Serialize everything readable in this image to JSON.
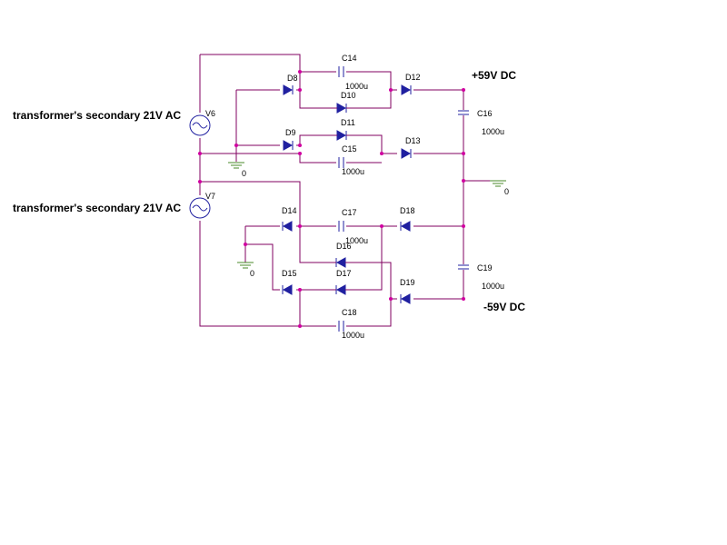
{
  "annotations": {
    "source_top": "transformer's secondary 21V AC",
    "source_bottom": "transformer's secondary 21V AC",
    "plus_rail": "+59V DC",
    "minus_rail": "-59V DC"
  },
  "sources": {
    "v6": "V6",
    "v7": "V7"
  },
  "grounds": {
    "g1": "0",
    "g2": "0",
    "g3": "0"
  },
  "diodes": {
    "d8": "D8",
    "d9": "D9",
    "d10": "D10",
    "d11": "D11",
    "d12": "D12",
    "d13": "D13",
    "d14": "D14",
    "d15": "D15",
    "d16": "D16",
    "d17": "D17",
    "d18": "D18",
    "d19": "D19"
  },
  "capacitors": {
    "c14": {
      "name": "C14",
      "value": "1000u"
    },
    "c15": {
      "name": "C15",
      "value": "1000u"
    },
    "c16": {
      "name": "C16",
      "value": "1000u"
    },
    "c17": {
      "name": "C17",
      "value": "1000u"
    },
    "c18": {
      "name": "C18",
      "value": "1000u"
    },
    "c19": {
      "name": "C19",
      "value": "1000u"
    }
  },
  "colors": {
    "wire": "#800060",
    "component": "#2020a0",
    "node": "#d000a0",
    "ground": "#4a8a2a"
  }
}
